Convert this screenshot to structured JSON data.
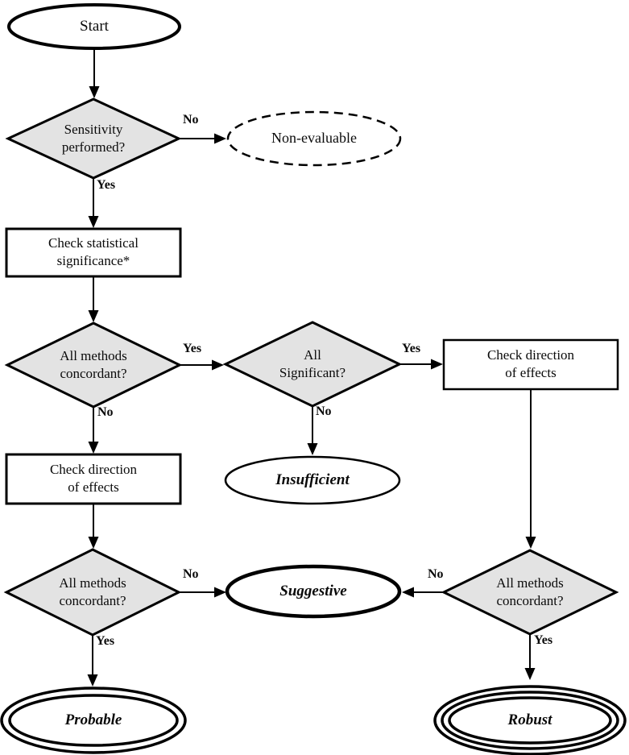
{
  "diagram": {
    "background": "#ffffff",
    "stroke_color": "#000000",
    "decision_fill": "#e3e3e3",
    "nodes": {
      "start": {
        "label": "Start",
        "type": "terminator-ellipse"
      },
      "sensitivity": {
        "label": "Sensitivity\nperformed?",
        "type": "decision-diamond"
      },
      "non_evaluable": {
        "label": "Non-evaluable",
        "type": "terminator-ellipse-dashed"
      },
      "check_significance": {
        "label": "Check statistical\nsignificance*",
        "type": "process-rect"
      },
      "concordant_top": {
        "label": "All methods\nconcordant?",
        "type": "decision-diamond"
      },
      "all_significant": {
        "label": "All\nSignificant?",
        "type": "decision-diamond"
      },
      "check_direction_right": {
        "label": "Check direction\nof effects",
        "type": "process-rect"
      },
      "insufficient": {
        "label": "Insufficient",
        "type": "outcome-ellipse"
      },
      "check_direction_left": {
        "label": "Check direction\nof effects",
        "type": "process-rect"
      },
      "concordant_bottom_left": {
        "label": "All methods\nconcordant?",
        "type": "decision-diamond"
      },
      "suggestive": {
        "label": "Suggestive",
        "type": "outcome-ellipse-bold"
      },
      "concordant_bottom_right": {
        "label": "All methods\nconcordant?",
        "type": "decision-diamond"
      },
      "probable": {
        "label": "Probable",
        "type": "outcome-ellipse-double"
      },
      "robust": {
        "label": "Robust",
        "type": "outcome-ellipse-triple"
      }
    },
    "edge_labels": {
      "sensitivity_no": "No",
      "sensitivity_yes": "Yes",
      "concordant_top_yes": "Yes",
      "concordant_top_no": "No",
      "all_significant_yes": "Yes",
      "all_significant_no": "No",
      "concordant_bl_no": "No",
      "concordant_bl_yes": "Yes",
      "concordant_br_no": "No",
      "concordant_br_yes": "Yes"
    }
  }
}
